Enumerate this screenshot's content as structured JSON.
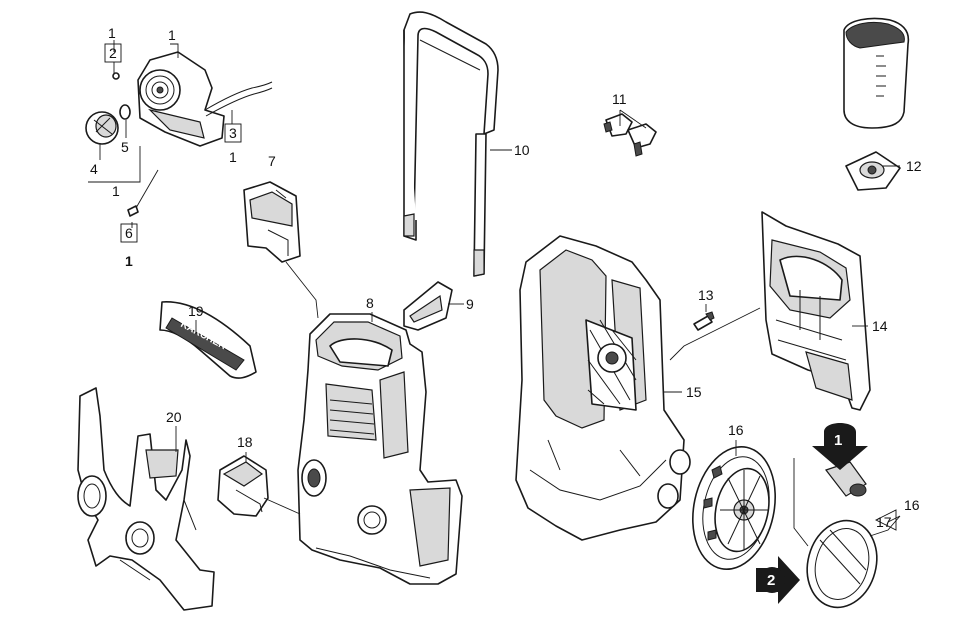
{
  "diagram": {
    "brand_text": "KÄRCHER",
    "markers": {
      "step_1": "1",
      "step_2": "2"
    },
    "callouts": {
      "c1_top": "1",
      "c2_box": "2",
      "c1_right": "1",
      "c3_box": "3",
      "c1_under3": "1",
      "c5": "5",
      "c4": "4",
      "c1_under4": "1",
      "c6_box": "6",
      "c1_bottom": "1",
      "c7": "7",
      "c10": "10",
      "c11": "11",
      "c12": "12",
      "c19": "19",
      "c8": "8",
      "c9": "9",
      "c13": "13",
      "c14": "14",
      "c15": "15",
      "c20": "20",
      "c18": "18",
      "c16_wheel": "16",
      "c16_right": "16",
      "c17": "17"
    }
  }
}
